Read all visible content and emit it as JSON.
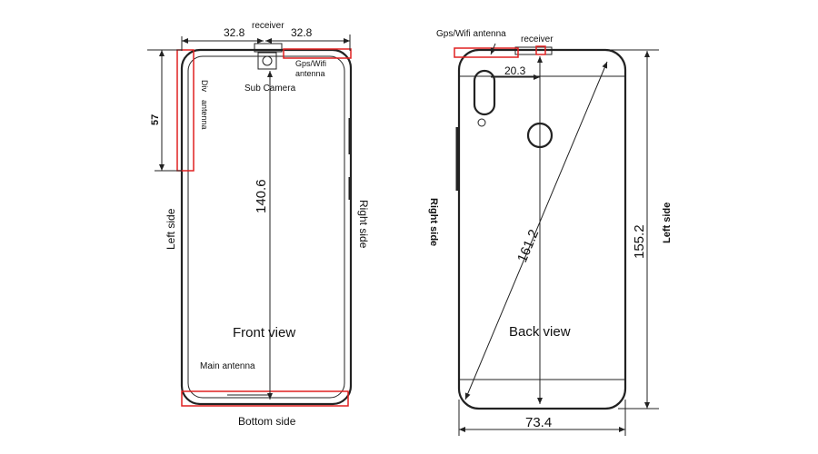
{
  "front": {
    "title": "Front view",
    "dim_left_top": "32.8",
    "dim_right_top": "32.8",
    "receiver": "receiver",
    "gps_wifi_line1": "Gps/Wifi",
    "gps_wifi_line2": "antenna",
    "sub_camera": "Sub Camera",
    "div_antenna_line1": "Div",
    "div_antenna_line2": "antenna",
    "dim_57": "57",
    "dim_height": "140.6",
    "left_side": "Left  side",
    "right_side": "Right side",
    "main_antenna": "Main antenna",
    "bottom_side": "Bottom side"
  },
  "back": {
    "title": "Back view",
    "gps_wifi": "Gps/Wifi antenna",
    "receiver": "receiver",
    "dim_20_3": "20.3",
    "dim_diagonal": "161.2",
    "dim_height": "155.2",
    "dim_width": "73.4",
    "right_side": "Right side",
    "left_side": "Left  side"
  }
}
